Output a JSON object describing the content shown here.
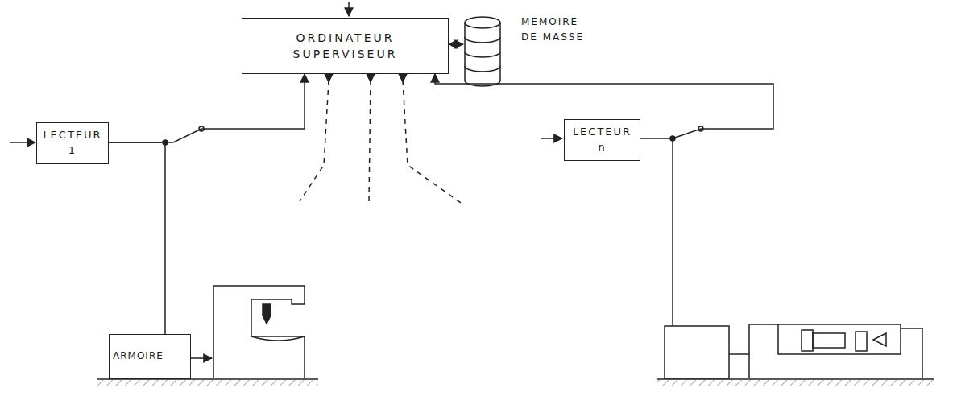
{
  "diagram": {
    "nodes": [
      {
        "text": [
          "ORDINATEUR SUPERVISEUR"
        ]
      },
      {
        "text": [
          "MEMOIRE DE MASSE"
        ]
      },
      {
        "text": [
          "LECTEUR 1"
        ]
      },
      {
        "text": [
          "ARMOIRE"
        ]
      },
      {
        "text": [
          "LECTEUR n"
        ]
      }
    ],
    "edges": [
      {
        "from": 0,
        "to": 1,
        "arrow": "both"
      },
      {
        "from": 2,
        "to": 0,
        "arrow": "to"
      },
      {
        "from": 2,
        "to": 3,
        "arrow": "none"
      },
      {
        "from": 4,
        "to": 0,
        "arrow": "to"
      }
    ]
  }
}
